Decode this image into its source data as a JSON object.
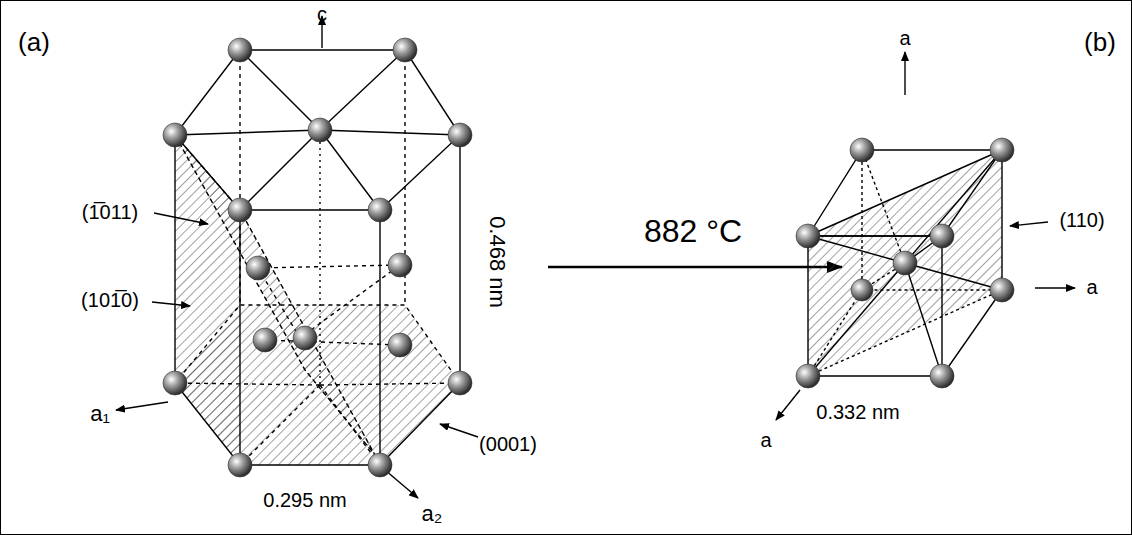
{
  "diagram": {
    "labels": [
      "(a)",
      "c",
      "(1̅011)",
      "(101̅0)",
      "a₁",
      "0.468 nm",
      "(0001)",
      "0.295 nm",
      "a₂",
      "882 °C",
      "(b)",
      "a",
      "(110)",
      "a",
      "a",
      "0.332 nm"
    ]
  }
}
